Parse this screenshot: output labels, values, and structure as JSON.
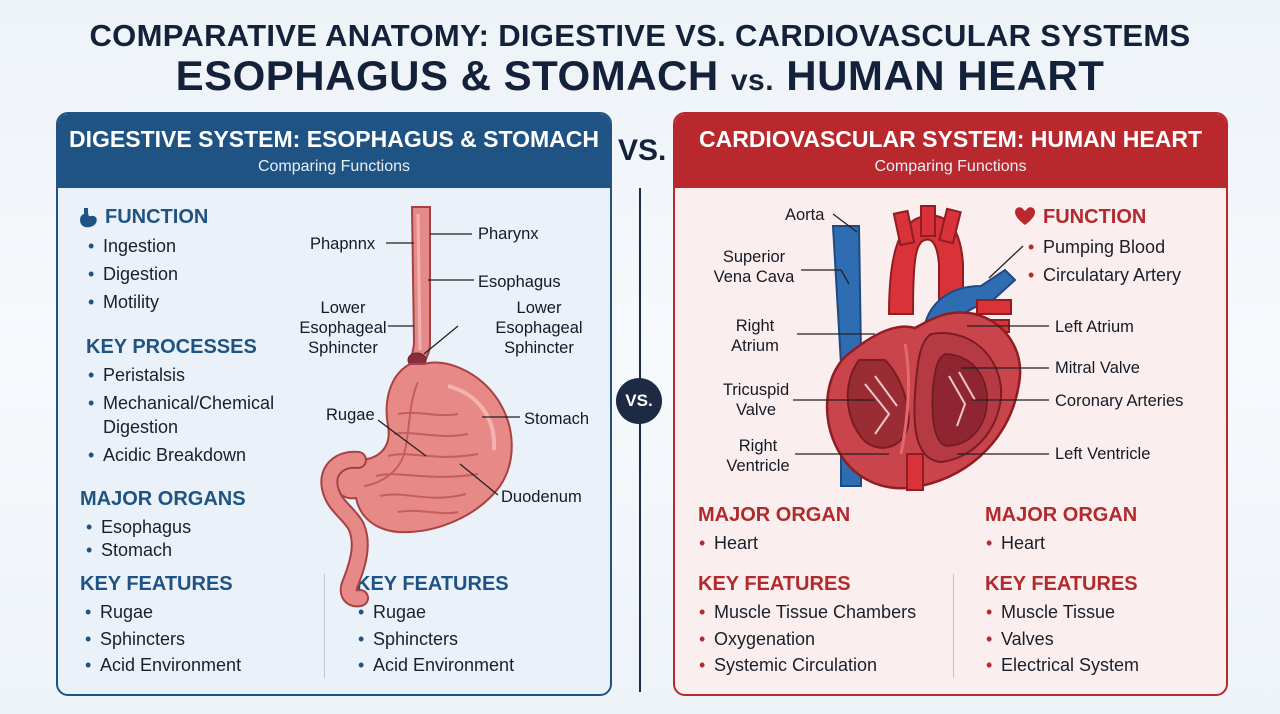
{
  "header": {
    "title_line1": "COMPARATIVE ANATOMY: DIGESTIVE VS. CARDIOVASCULAR SYSTEMS",
    "title_line2_a": "ESOPHAGUS & STOMACH",
    "title_line2_vs": "vs.",
    "title_line2_b": "HUMAN HEART",
    "vs_label": "VS.",
    "vs_circle": "VS."
  },
  "left": {
    "title": "DIGESTIVE SYSTEM: ESOPHAGUS & STOMACH",
    "subtitle": "Comparing Functions",
    "function_heading": "FUNCTION",
    "functions": [
      "Ingestion",
      "Digestion",
      "Motility"
    ],
    "processes_heading": "KEY PROCESSES",
    "processes": [
      "Peristalsis",
      "Mechanical/Chemical",
      "Digestion",
      "Acidic Breakdown"
    ],
    "organs_heading": "MAJOR ORGANS",
    "organs": [
      "Esophagus",
      "Stomach"
    ],
    "features_heading": "KEY FEATURES",
    "features": [
      "Rugae",
      "Sphincters",
      "Acid Environment"
    ],
    "features2_heading": "KEY FEATURES",
    "features2": [
      "Rugae",
      "Sphincters",
      "Acid Environment"
    ],
    "labels": {
      "phapnnx": "Phapnnx",
      "pharynx": "Pharynx",
      "esophagus": "Esophagus",
      "les_left": [
        "Lower",
        "Esophageal",
        "Sphincter"
      ],
      "les_right": [
        "Lower",
        "Esophageal",
        "Sphincter"
      ],
      "rugae": "Rugae",
      "stomach": "Stomach",
      "duodenum": "Duodenum"
    }
  },
  "right": {
    "title": "CARDIOVASCULAR SYSTEM: HUMAN HEART",
    "subtitle": "Comparing Functions",
    "function_heading": "FUNCTION",
    "functions": [
      "Pumping Blood",
      "Circulatary Artery"
    ],
    "organ_heading_a": "MAJOR ORGAN",
    "organ_a": [
      "Heart"
    ],
    "organ_heading_b": "MAJOR ORGAN",
    "organ_b": [
      "Heart"
    ],
    "features_heading_a": "KEY FEATURES",
    "features_a": [
      "Muscle Tissue Chambers",
      "Oxygenation",
      "Systemic Circulation"
    ],
    "features_heading_b": "KEY FEATURES",
    "features_b": [
      "Muscle Tissue",
      "Valves",
      "Electrical System"
    ],
    "labels": {
      "aorta": "Aorta",
      "svc": [
        "Superior",
        "Vena Cava"
      ],
      "ra": [
        "Right",
        "Atrium"
      ],
      "tv": [
        "Tricuspid",
        "Valve"
      ],
      "rv": [
        "Right",
        "Ventricle"
      ],
      "la": "Left Atrium",
      "mv": "Mitral Valve",
      "ca": "Coronary Arteries",
      "lv": "Left Ventricle"
    }
  },
  "colors": {
    "blue": "#1f5384",
    "red": "#b8282d",
    "navy": "#14213a"
  }
}
